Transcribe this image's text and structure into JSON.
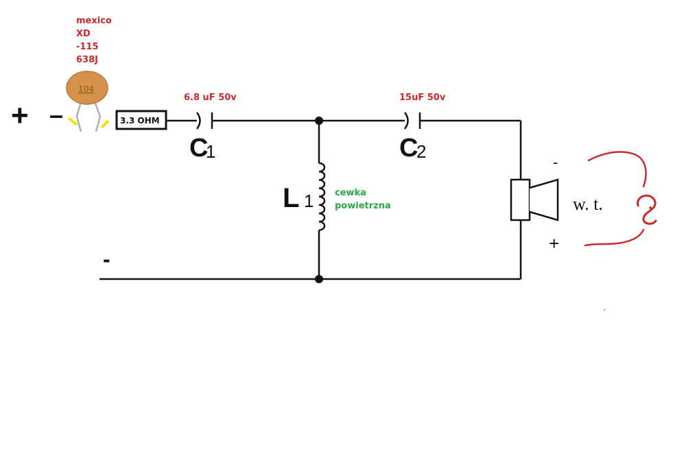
{
  "capacitor_note": {
    "lines": [
      "mexico",
      "XD",
      "-115",
      "638J"
    ],
    "code": "104"
  },
  "input": {
    "plus": "+",
    "minus_top": "–",
    "minus_bottom": "-"
  },
  "resistor": {
    "label": "3.3 OHM"
  },
  "c1": {
    "value": "6.8 uF 50v",
    "letter": "C",
    "index": "1"
  },
  "c2": {
    "value": "15uF  50v",
    "letter": "C",
    "index": "2"
  },
  "l1": {
    "letter": "L",
    "index": "1",
    "note_line1": "cewka",
    "note_line2": "powietrzna"
  },
  "speaker": {
    "label": "w. t.",
    "minus": "-",
    "plus": "+"
  },
  "colors": {
    "note_red": "#cc2a2a",
    "note_green": "#2aa84a",
    "capacitor_body": "#d4924a",
    "lead_yellow": "#f2e40a",
    "wire": "#111111"
  }
}
